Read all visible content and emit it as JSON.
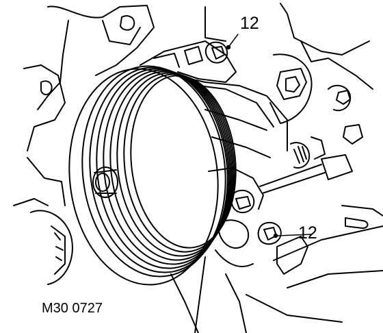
{
  "diagram": {
    "callouts": [
      {
        "id": "top",
        "label": "12"
      },
      {
        "id": "right",
        "label": "12"
      }
    ],
    "figure_code": "M30 0727",
    "colors": {
      "ink": "#000000",
      "paper": "#ffffff"
    }
  }
}
